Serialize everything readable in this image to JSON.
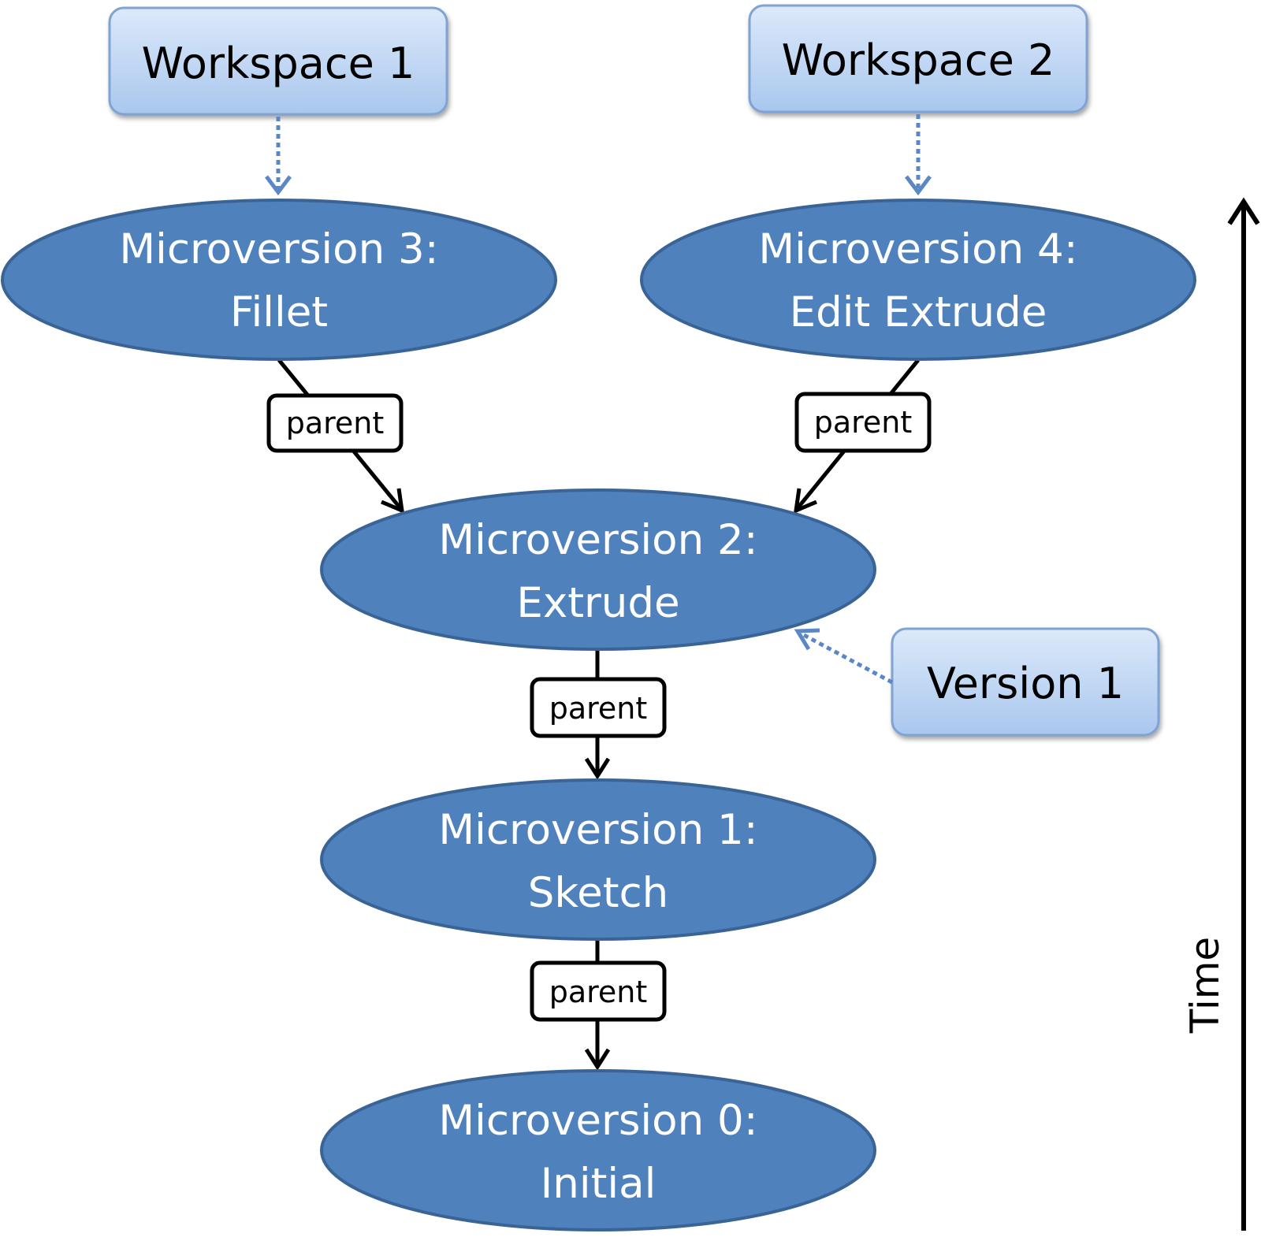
{
  "workspaces": [
    {
      "label": "Workspace 1"
    },
    {
      "label": "Workspace 2"
    }
  ],
  "version": {
    "label": "Version 1"
  },
  "microversions": [
    {
      "line1": "Microversion 3:",
      "line2": "Fillet"
    },
    {
      "line1": "Microversion 4:",
      "line2": "Edit Extrude"
    },
    {
      "line1": "Microversion 2:",
      "line2": "Extrude"
    },
    {
      "line1": "Microversion 1:",
      "line2": "Sketch"
    },
    {
      "line1": "Microversion 0:",
      "line2": "Initial"
    }
  ],
  "edges": [
    {
      "label": "parent"
    },
    {
      "label": "parent"
    },
    {
      "label": "parent"
    },
    {
      "label": "parent"
    }
  ],
  "time_axis": {
    "label": "Time"
  },
  "colors": {
    "node_fill": "#4F81BD",
    "node_stroke": "#3A6496",
    "box_fill_top": "#DCE9FA",
    "box_fill_bottom": "#A9C7EE",
    "box_stroke": "#7FA3D3",
    "dotted_arrow": "#5B87C5"
  }
}
